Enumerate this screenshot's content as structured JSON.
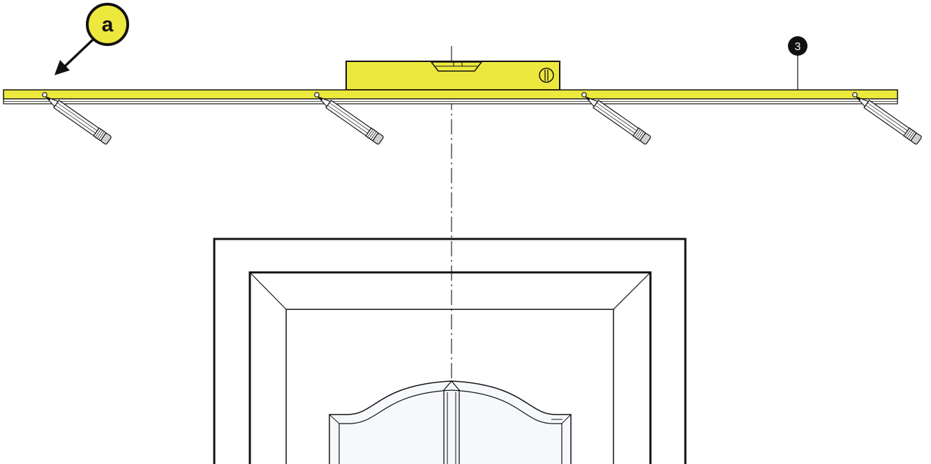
{
  "callouts": {
    "step_label": "a",
    "part_number": "3"
  },
  "colors": {
    "accent_yellow": "#ede83e",
    "outline": "#111111",
    "glass": "#f6f8fc",
    "pencil_eraser": "#cfcfcf",
    "background": "#ffffff"
  },
  "pencils": {
    "count": 4,
    "icon": "pencil-icon"
  },
  "spirit_level": {
    "icon": "spirit-level-icon"
  }
}
